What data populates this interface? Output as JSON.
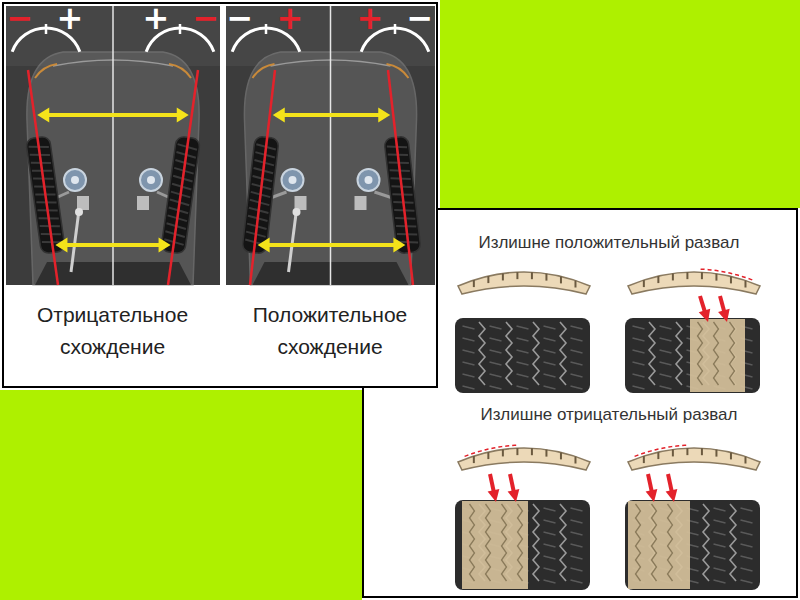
{
  "diagram": {
    "nodes": [
      {
        "text": [
          "Отрицательное схождение",
          "Положительное схождение"
        ]
      },
      {
        "text": [
          "Излишне положительный развал",
          "Излишне отрицательный развал"
        ]
      }
    ],
    "labels": [
      "−",
      "+",
      "+",
      "−",
      "−",
      "+",
      "+",
      "−"
    ]
  }
}
